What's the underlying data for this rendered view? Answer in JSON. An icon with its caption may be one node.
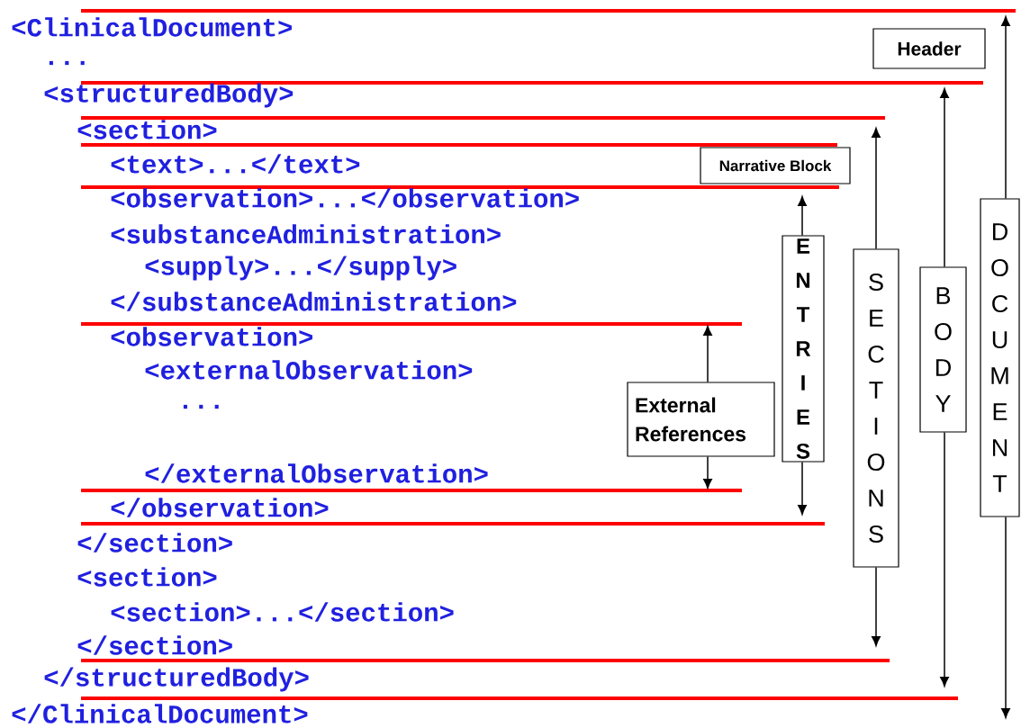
{
  "diagram": {
    "nodes": [
      {
        "text": [
          "Header"
        ]
      },
      {
        "text": [
          "Narrative Block"
        ]
      },
      {
        "text": [
          "External References"
        ]
      },
      {
        "text": [
          "ENTRIES"
        ]
      },
      {
        "text": [
          "SECTIONS"
        ]
      },
      {
        "text": [
          "BODY"
        ]
      },
      {
        "text": [
          "DOCUMENT"
        ]
      }
    ],
    "edges": [
      {
        "from": 2,
        "to": null,
        "arrow": "to"
      },
      {
        "from": 2,
        "to": null,
        "arrow": "to"
      },
      {
        "from": 3,
        "to": null,
        "arrow": "to"
      },
      {
        "from": 3,
        "to": null,
        "arrow": "to"
      },
      {
        "from": 4,
        "to": null,
        "arrow": "to"
      },
      {
        "from": 4,
        "to": null,
        "arrow": "to"
      },
      {
        "from": 5,
        "to": null,
        "arrow": "to"
      },
      {
        "from": 5,
        "to": null,
        "arrow": "to"
      },
      {
        "from": 6,
        "to": null,
        "arrow": "to"
      },
      {
        "from": 6,
        "to": null,
        "arrow": "to"
      }
    ],
    "labels": [
      "<ClinicalDocument>",
      "...",
      "<structuredBody>",
      "<section>",
      "<text>...</text>",
      "<observation>...</observation>",
      "<substanceAdministration>",
      "<supply>...</supply>",
      "</substanceAdministration>",
      "<observation>",
      "<externalObservation>",
      "...",
      "</externalObservation>",
      "</observation>",
      "</section>",
      "<section>",
      "<section>...</section>",
      "</section>",
      "</structuredBody>",
      "</ClinicalDocument>"
    ]
  }
}
